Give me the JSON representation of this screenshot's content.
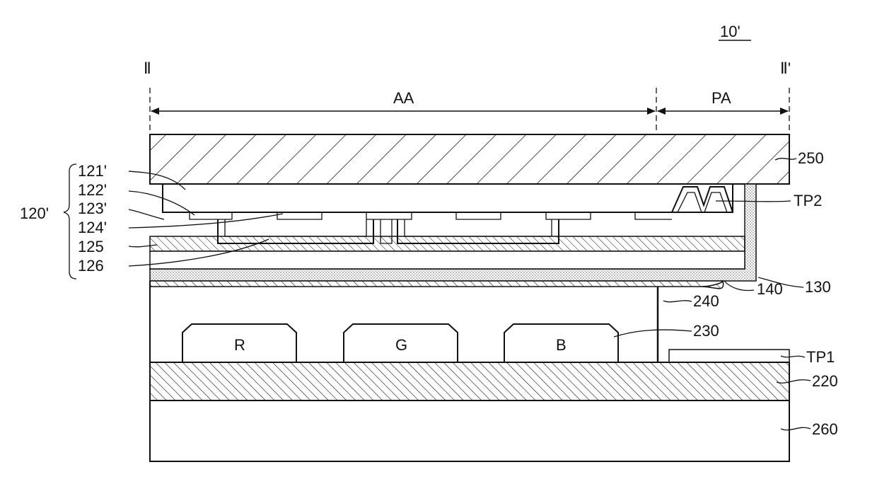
{
  "figure_ref": "10'",
  "section": {
    "start": "Ⅱ",
    "end": "Ⅱ'"
  },
  "regions": {
    "active": "AA",
    "peripheral": "PA"
  },
  "group_label": "120'",
  "labels": {
    "l121": "121'",
    "l122": "122'",
    "l123": "123'",
    "l124": "124'",
    "l125": "125",
    "l126": "126",
    "l130": "130",
    "l140": "140",
    "l220": "220",
    "l230": "230",
    "l240": "240",
    "l250": "250",
    "l260": "260",
    "tp1": "TP1",
    "tp2": "TP2"
  },
  "color_filters": {
    "red": "R",
    "green": "G",
    "blue": "B"
  }
}
